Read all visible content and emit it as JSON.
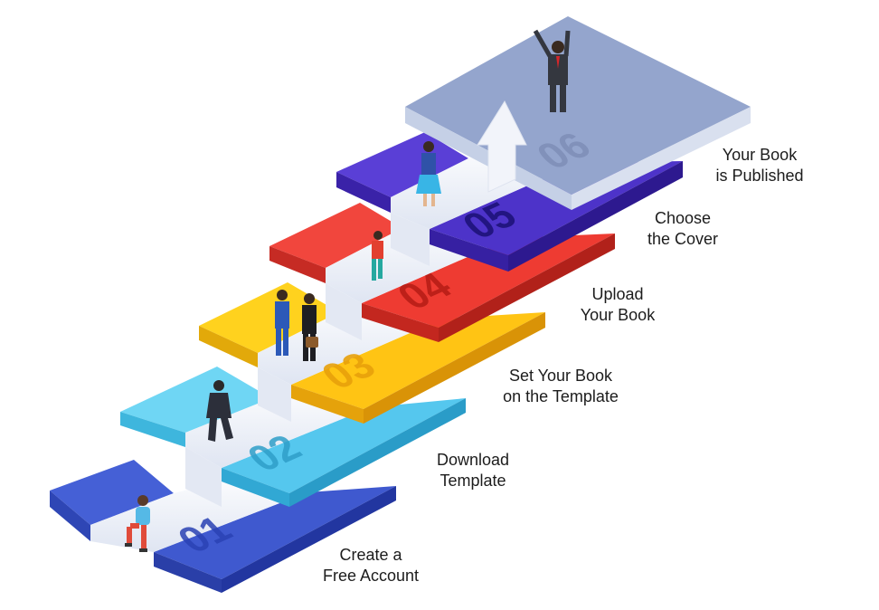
{
  "steps": [
    {
      "number": "01",
      "label_line1": "Create a",
      "label_line2": "Free Account",
      "color": "#3f59cf"
    },
    {
      "number": "02",
      "label_line1": "Download",
      "label_line2": "Template",
      "color": "#55c7ee"
    },
    {
      "number": "03",
      "label_line1": "Set Your Book",
      "label_line2": "on the Template",
      "color": "#ffc414"
    },
    {
      "number": "04",
      "label_line1": "Upload",
      "label_line2": "Your Book",
      "color": "#ee3b32"
    },
    {
      "number": "05",
      "label_line1": "Choose",
      "label_line2": "the Cover",
      "color": "#4d33c9"
    },
    {
      "number": "06",
      "label_line1": "Your Book",
      "label_line2": "is Published",
      "color": "#93a4cc"
    }
  ],
  "path_color": "#eef1f8",
  "arrow_color": "#f2f4fa"
}
